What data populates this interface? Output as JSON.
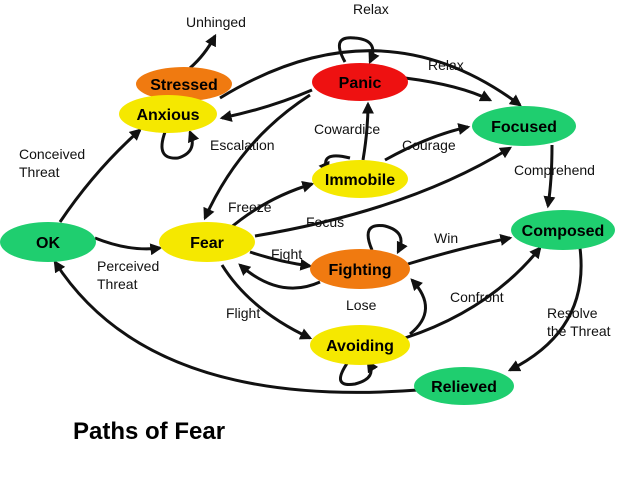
{
  "title": "Paths of Fear",
  "colors": {
    "green": "#1fce6f",
    "yellow": "#f5e800",
    "orange": "#f07a10",
    "red": "#ee1111",
    "stroke": "#111111"
  },
  "nodes": {
    "stressed": "Stressed",
    "anxious": "Anxious",
    "panic": "Panic",
    "focused": "Focused",
    "immobile": "Immobile",
    "ok": "OK",
    "fear": "Fear",
    "composed": "Composed",
    "fighting": "Fighting",
    "avoiding": "Avoiding",
    "relieved": "Relieved"
  },
  "edges": {
    "unhinged": "Unhinged",
    "relax_top": "Relax",
    "relax_panic": "Relax",
    "cowardice": "Cowardice",
    "courage": "Courage",
    "escalation": "Escalation",
    "conceived_threat_1": "Conceived",
    "conceived_threat_2": "Threat",
    "comprehend": "Comprehend",
    "freeze": "Freeze",
    "focus": "Focus",
    "fight": "Fight",
    "win": "Win",
    "perceived_threat_1": "Perceived",
    "perceived_threat_2": "Threat",
    "lose": "Lose",
    "confront": "Confront",
    "flight": "Flight",
    "resolve_1": "Resolve",
    "resolve_2": "the Threat"
  }
}
